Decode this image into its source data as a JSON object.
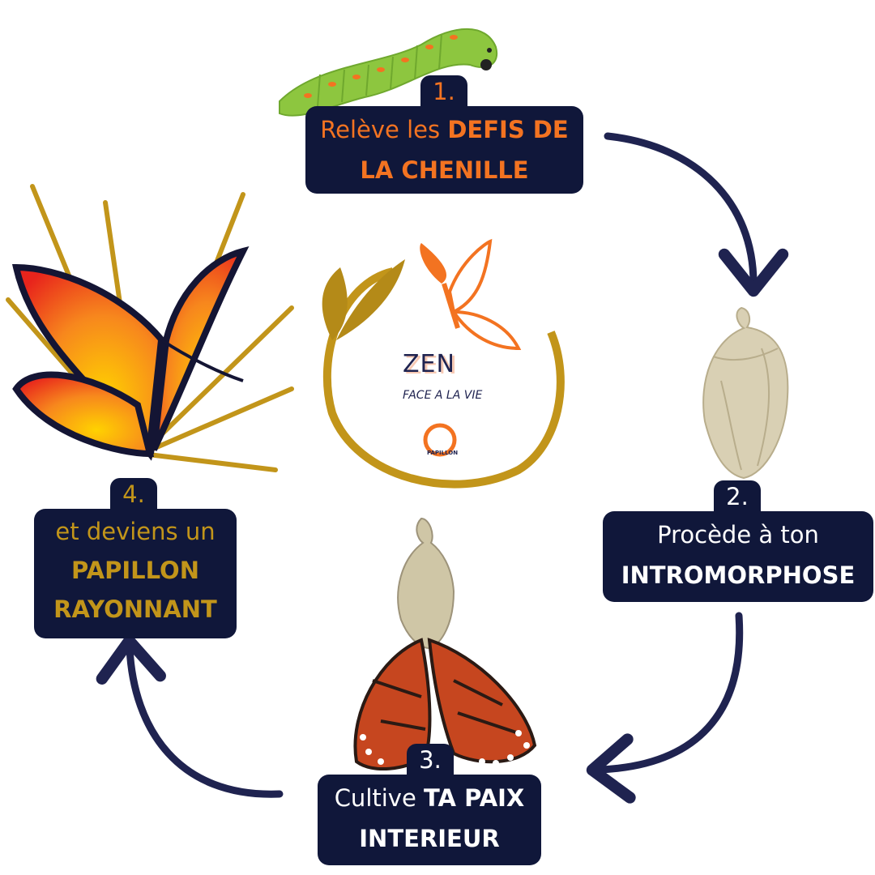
{
  "center": {
    "title": "ZEN",
    "subtitle": "FACE A LA VIE",
    "logo_text": "PAPILLON"
  },
  "steps": [
    {
      "number": "1.",
      "text_plain": "Relève les ",
      "text_bold_line1": "DEFIS DE",
      "text_bold_line2": "LA CHENILLE",
      "color": "#f37321"
    },
    {
      "number": "2.",
      "text_plain": "Procède à ton",
      "text_bold": "INTROMORPHOSE",
      "color": "#ffffff"
    },
    {
      "number": "3.",
      "text_plain": "Cultive ",
      "text_bold_line1": "TA PAIX",
      "text_bold_line2": "INTERIEUR",
      "color": "#ffffff"
    },
    {
      "number": "4.",
      "text_plain": "et deviens un",
      "text_bold_line1": "PAPILLON",
      "text_bold_line2": "RAYONNANT",
      "color": "#c2951a"
    }
  ],
  "colors": {
    "navy": "#10173a",
    "orange": "#f37321",
    "gold": "#c2951a",
    "green": "#8dc63f"
  }
}
